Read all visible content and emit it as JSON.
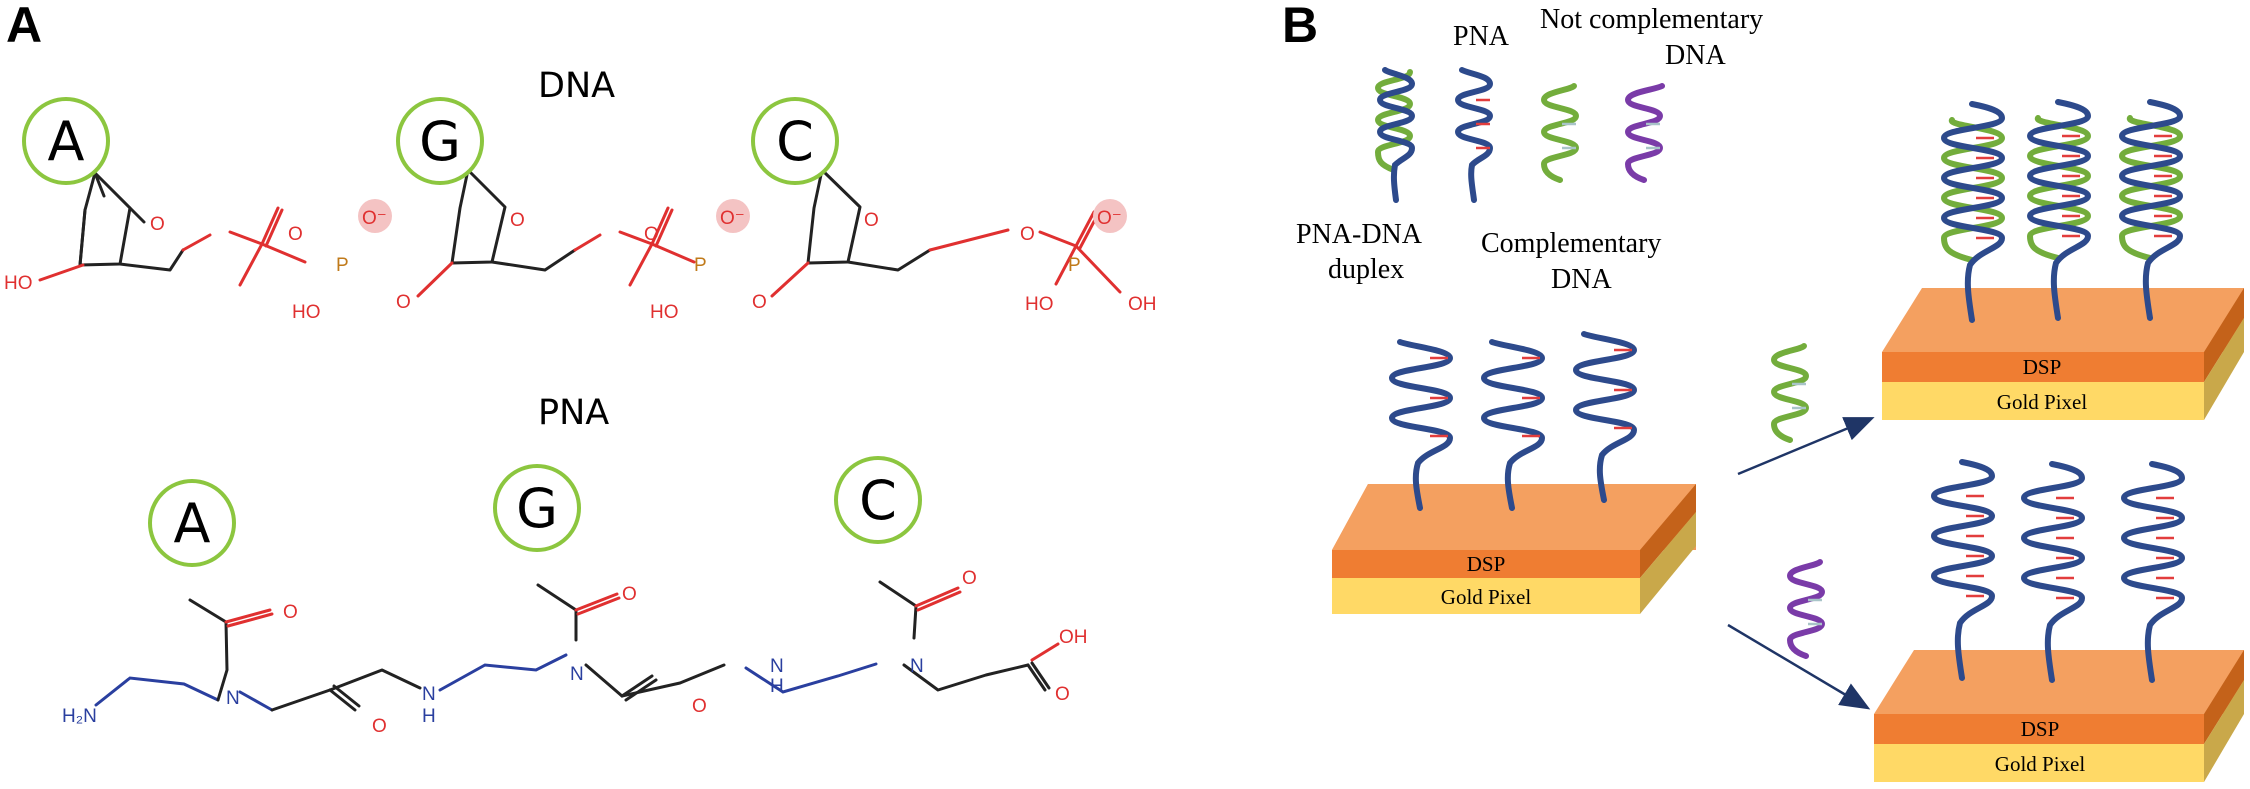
{
  "panel_a": {
    "letter": "A",
    "dna_title": "DNA",
    "pna_title": "PNA",
    "bases": [
      "A",
      "G",
      "C"
    ],
    "atoms": {
      "O": "O",
      "HO": "HO",
      "OH": "OH",
      "O_minus": "O⁻",
      "P": "P",
      "H2N": "H₂N",
      "N": "N",
      "H": "H"
    }
  },
  "panel_b": {
    "letter": "B",
    "legend_pna": "PNA",
    "legend_not_comp_line1": "Not complementary",
    "legend_not_comp_line2": "DNA",
    "legend_duplex_line1": "PNA-DNA",
    "legend_duplex_line2": "duplex",
    "legend_comp_line1": "Complementary",
    "legend_comp_line2": "DNA",
    "layer_top": "DSP",
    "layer_bottom": "Gold Pixel"
  },
  "colors": {
    "pna_strand": "#2d4a8c",
    "complementary_dna": "#73ad3c",
    "not_complementary_dna": "#7a3ba8",
    "dsp_layer": "#ef7d32",
    "gold_layer": "#ffd966",
    "base_ring": "#8cc63f"
  }
}
